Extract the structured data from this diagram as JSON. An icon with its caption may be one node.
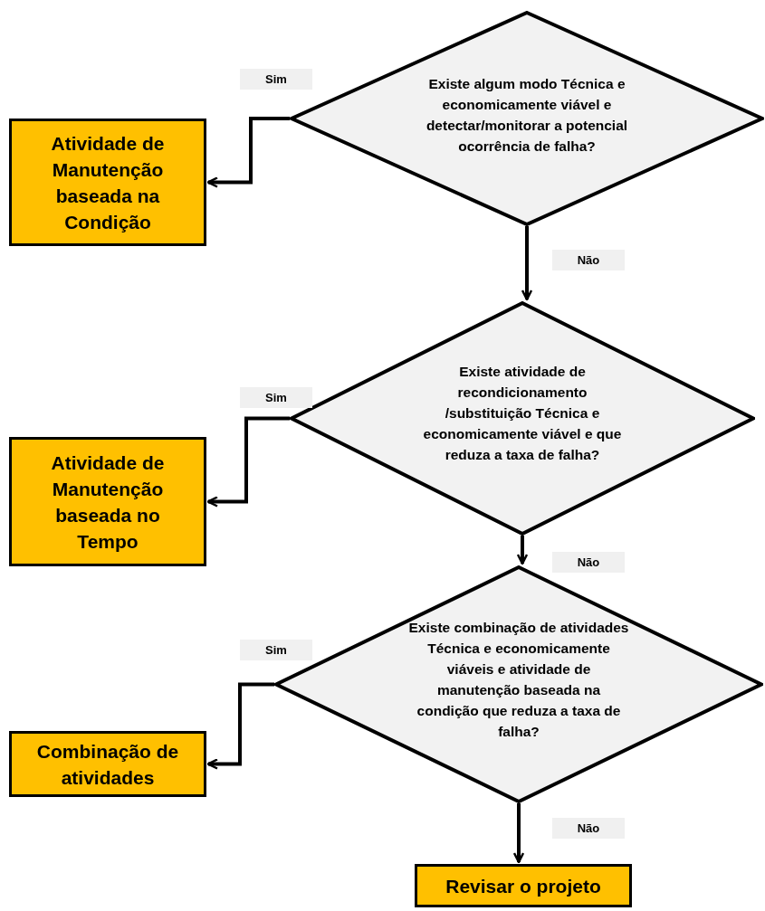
{
  "diagram": {
    "nodes": [
      {
        "text": [
          "Existe algum modo Técnica e economicamente viável e detectar/monitorar a potencial ocorrência de falha?"
        ]
      },
      {
        "text": [
          "Atividade de Manutenção baseada na Condição"
        ]
      },
      {
        "text": [
          "Existe atividade de recondicionamento /substituição Técnica e economicamente viável e que reduza a taxa de falha?"
        ]
      },
      {
        "text": [
          "Atividade de Manutenção baseada no Tempo"
        ]
      },
      {
        "text": [
          "Existe combinação de atividades Técnica e economicamente viáveis e atividade de manutenção baseada na condição que reduza a taxa de falha?"
        ]
      },
      {
        "text": [
          "Combinação de atividades"
        ]
      },
      {
        "text": [
          "Revisar o projeto"
        ]
      }
    ],
    "edges": [
      {
        "from": 0,
        "to": 1,
        "arrow": "to",
        "label": "Sim"
      },
      {
        "from": 0,
        "to": 2,
        "arrow": "to",
        "label": "Não"
      },
      {
        "from": 2,
        "to": 3,
        "arrow": "to",
        "label": "Sim"
      },
      {
        "from": 2,
        "to": 4,
        "arrow": "to",
        "label": "Não"
      },
      {
        "from": 4,
        "to": 5,
        "arrow": "to",
        "label": "Sim"
      },
      {
        "from": 4,
        "to": 6,
        "arrow": "to",
        "label": "Não"
      }
    ]
  }
}
